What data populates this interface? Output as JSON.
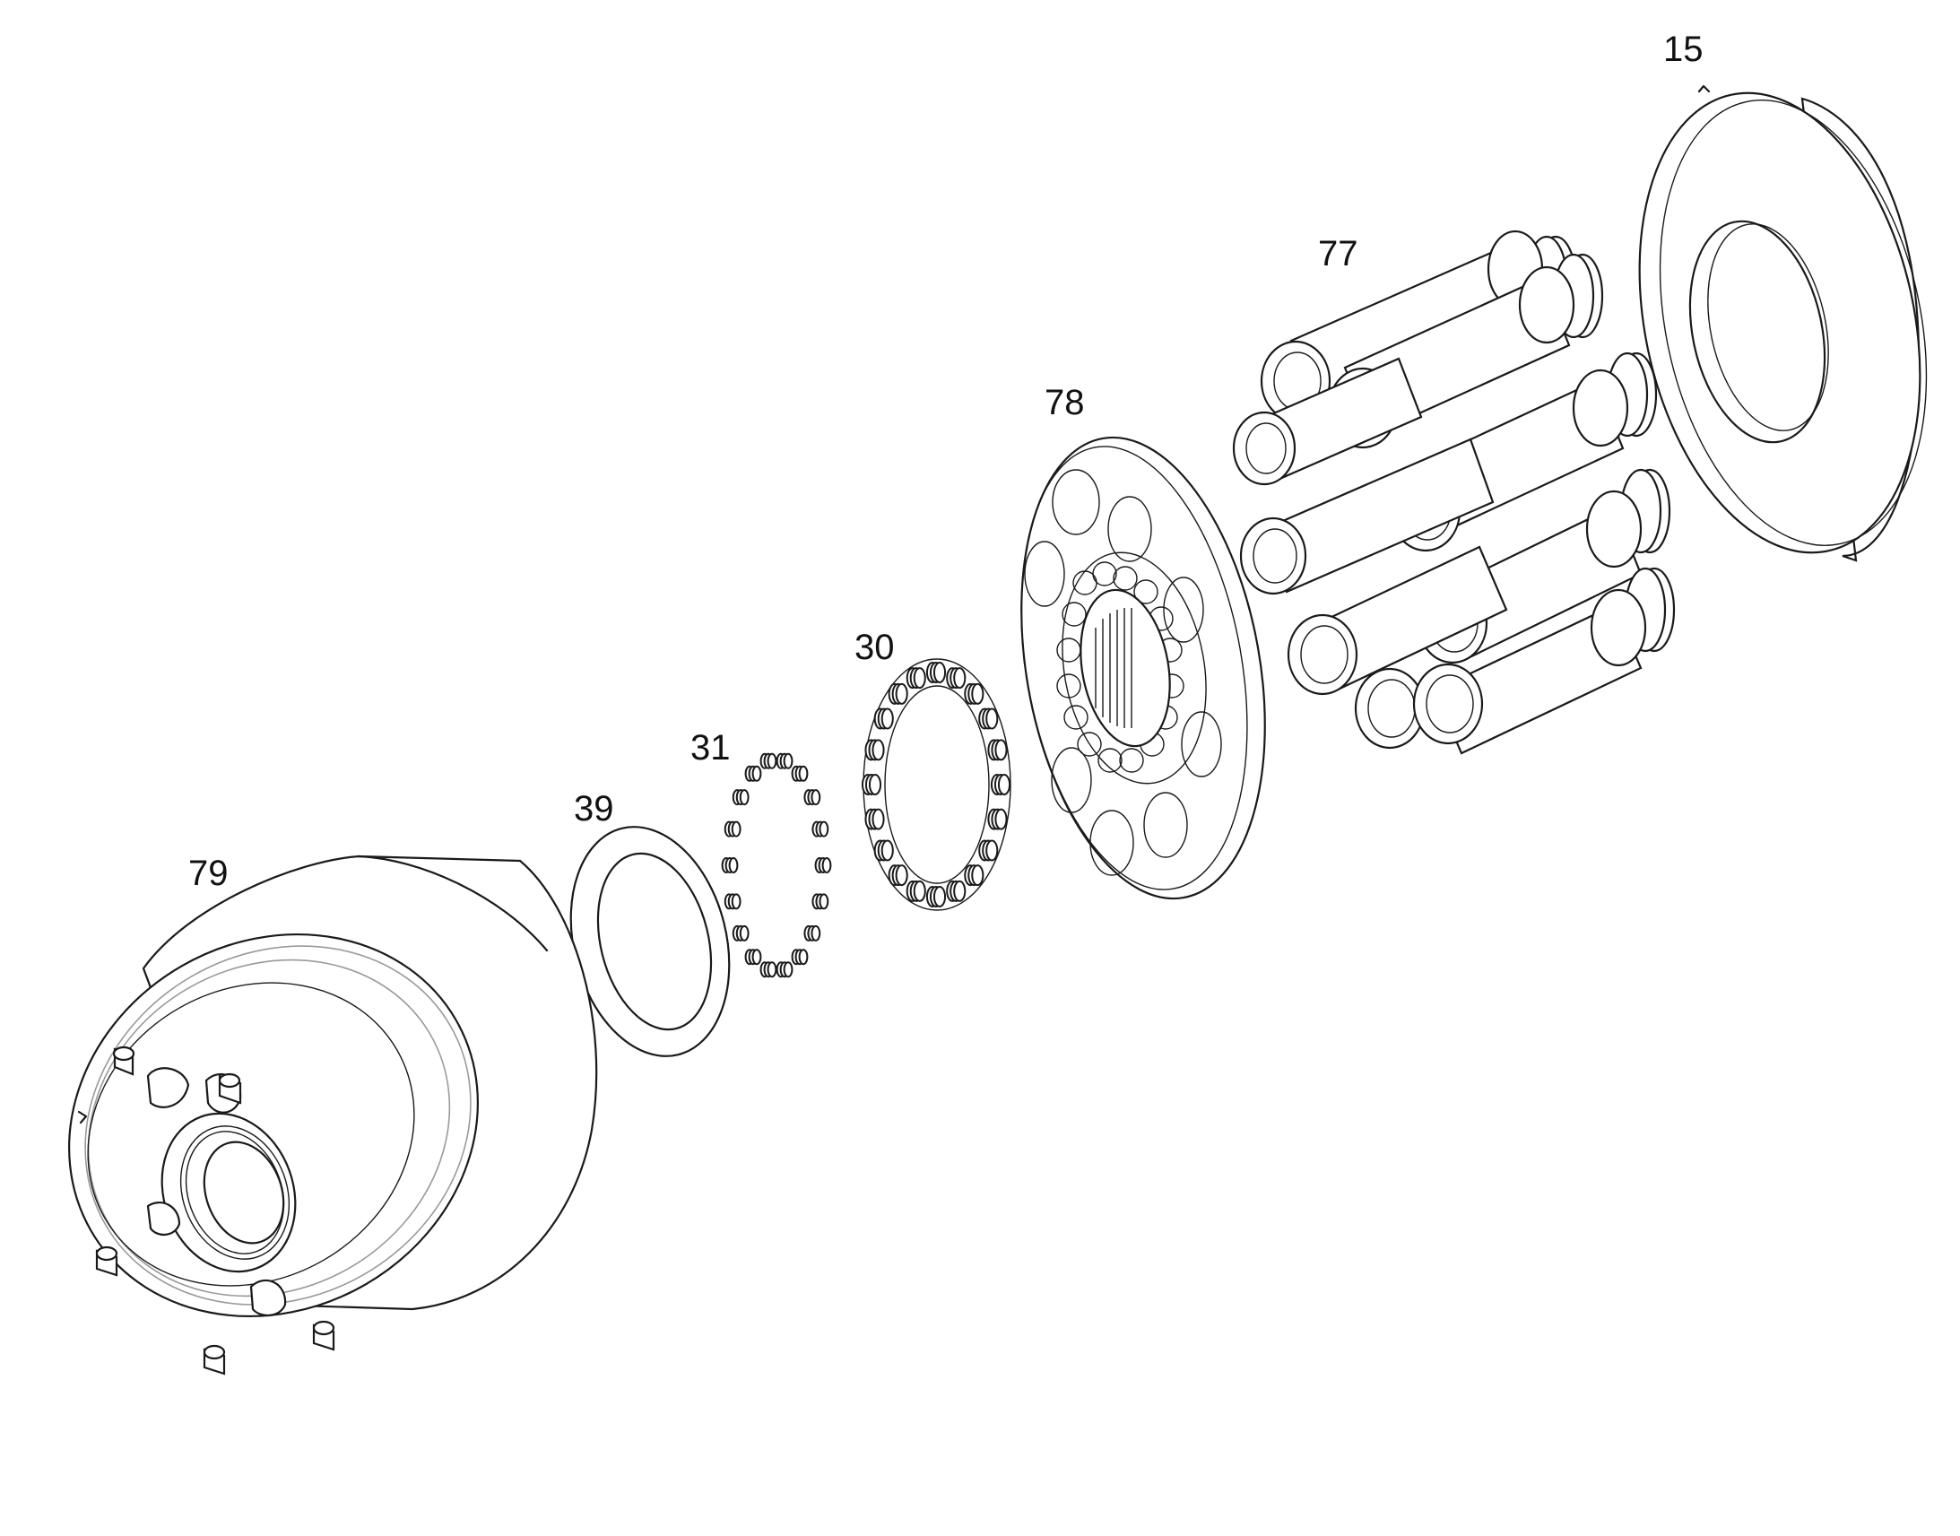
{
  "diagram": {
    "colors": {
      "line": "#1a1a1a",
      "background": "#ffffff",
      "faint": "#9a9a9a"
    },
    "callouts": {
      "c15": "15",
      "c77": "77",
      "c78": "78",
      "c30": "30",
      "c31": "31",
      "c39": "39",
      "c79": "79"
    }
  }
}
